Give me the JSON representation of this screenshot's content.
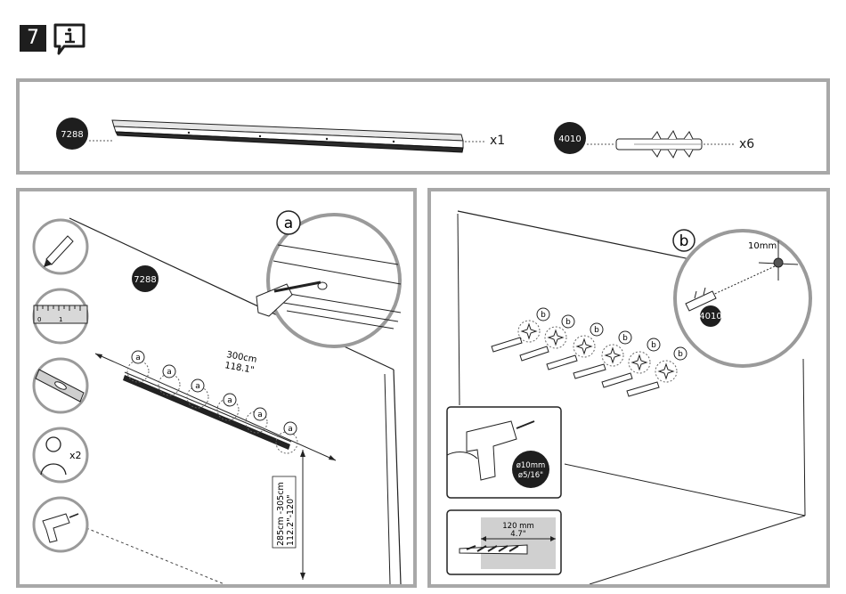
{
  "step": {
    "number": "7",
    "info_icon": "info-speech-bubble-icon"
  },
  "parts": [
    {
      "id": "7288",
      "quantity": "x1",
      "name_icon": "wall-rail-icon"
    },
    {
      "id": "4010",
      "quantity": "x6",
      "name_icon": "wall-plug-icon"
    }
  ],
  "tools": [
    {
      "icon": "pencil-icon"
    },
    {
      "icon": "ruler-icon",
      "marks": [
        "0",
        "1"
      ]
    },
    {
      "icon": "spirit-level-icon"
    },
    {
      "icon": "two-person-icon",
      "label": "x2"
    },
    {
      "icon": "drill-icon"
    }
  ],
  "left_panel": {
    "part_label": "7288",
    "callout_letter": "a",
    "hole_marker": "a",
    "length": {
      "cm": "300cm",
      "in": "118.1\""
    },
    "height": {
      "cm": "285cm -305cm",
      "in": "112.2\"-120\""
    }
  },
  "right_panel": {
    "callout_letter": "b",
    "hole_marker": "b",
    "hole_size": "10mm",
    "plug_label": "4010",
    "drill_bit": {
      "mm": "ø10mm",
      "in": "ø5/16\""
    },
    "drill_depth": {
      "mm": "120 mm",
      "in": "4.7\""
    }
  }
}
